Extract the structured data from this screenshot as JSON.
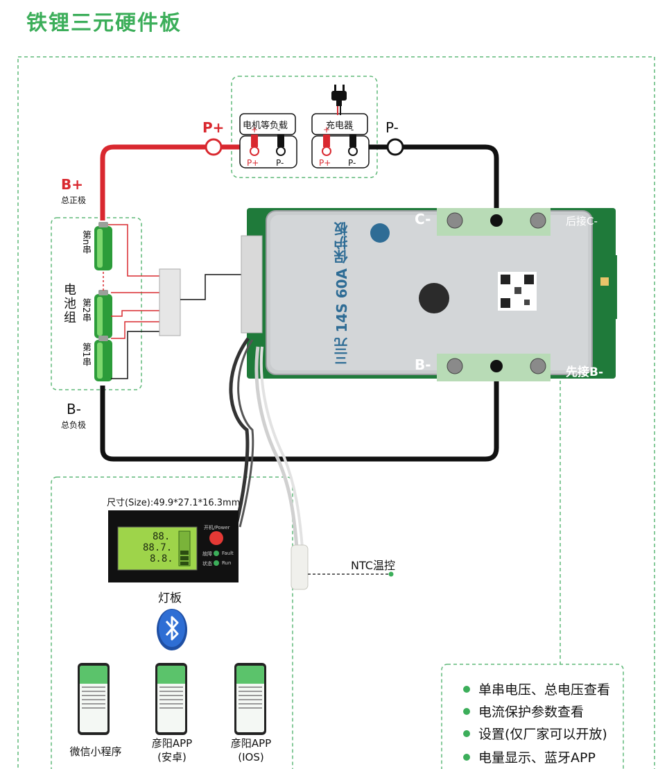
{
  "title": "铁锂三元硬件板",
  "loads": {
    "load_label": "电机等负载",
    "charger_label": "充电器",
    "plus": "+",
    "minus": "-",
    "p_plus": "P+",
    "p_minus": "P-"
  },
  "terminals": {
    "p_plus": "P+",
    "p_minus": "P-",
    "b_plus": "B+",
    "b_plus_sub": "总正极",
    "b_minus": "B-",
    "b_minus_sub": "总负极"
  },
  "battery": {
    "group_label": "电池组",
    "cell_n": "第n串",
    "cell_2": "第2串",
    "cell_1": "第1串"
  },
  "board": {
    "c_label": "C-",
    "c_note": "后接C-",
    "b_label": "B-",
    "b_note": "先接B-",
    "product_text": "三元 14S 60A 保护板"
  },
  "display": {
    "size_text": "尺寸(Size):49.9*27.1*16.3mm",
    "lcd_line1": "88.",
    "lcd_line2": "88.7.",
    "lcd_line3": "8.8.",
    "power_label": "开机/Power",
    "fault_label": "故障",
    "fault_en": "Fault",
    "status_label": "状态",
    "run_en": "Run",
    "name": "灯板"
  },
  "ntc_label": "NTC温控",
  "apps": [
    {
      "line1": "微信小程序",
      "line2": ""
    },
    {
      "line1": "彦阳APP",
      "line2": "(安卓)"
    },
    {
      "line1": "彦阳APP",
      "line2": "(IOS)"
    }
  ],
  "features": [
    "单串电压、总电压查看",
    "电流保护参数查看",
    "设置(仅厂家可以开放)",
    "电量显示、蓝牙APP"
  ],
  "colors": {
    "accent": "#3cae5a",
    "positive": "#d9282f",
    "negative": "#111111",
    "dashed_border": "#5fb878"
  }
}
